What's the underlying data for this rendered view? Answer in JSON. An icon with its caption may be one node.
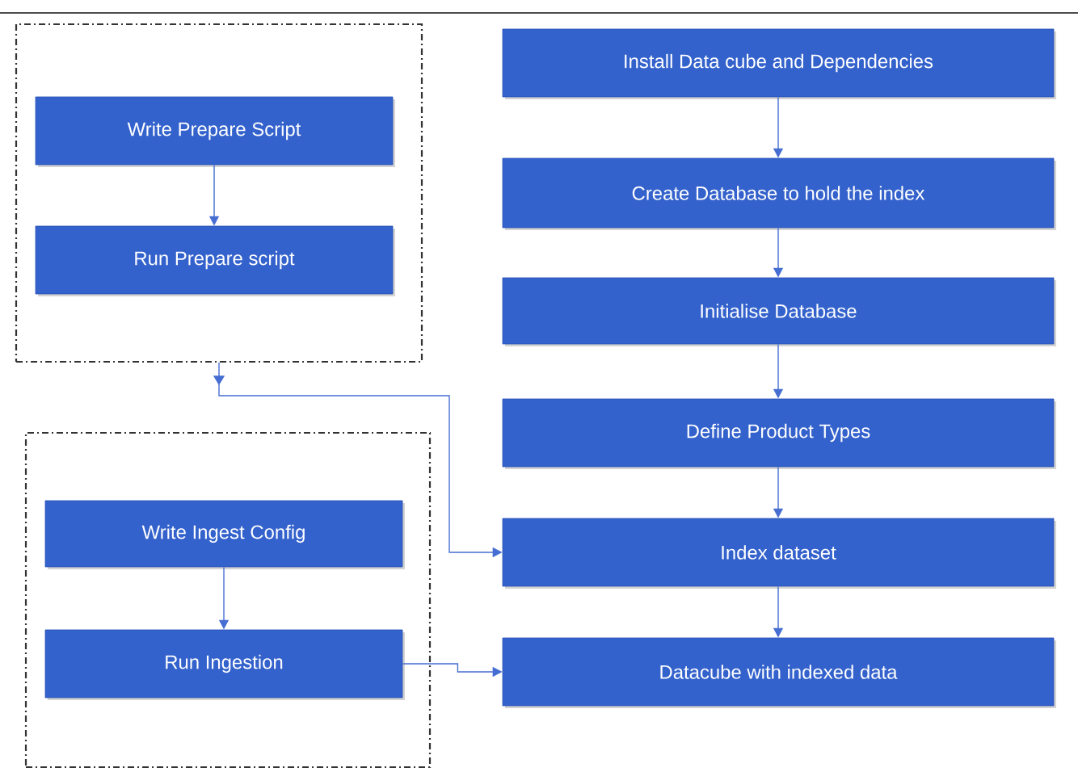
{
  "diagram": {
    "nodes": [
      {
        "text": [],
        "shape": "box"
      },
      {
        "text": [
          "Write Prepare Script"
        ],
        "in": 0
      },
      {
        "text": [
          "Run Prepare script"
        ],
        "in": 0
      },
      {
        "text": [
          "Install Data cube and Dependencies"
        ]
      },
      {
        "text": [
          "Create Database to hold the index"
        ]
      },
      {
        "text": [
          "Initialise Database"
        ]
      },
      {
        "text": [
          "Define Product Types"
        ]
      },
      {
        "text": [
          "Index dataset"
        ]
      },
      {
        "text": [],
        "shape": "box"
      },
      {
        "text": [
          "Write Ingest Config"
        ],
        "in": 8
      },
      {
        "text": [
          "Run Ingestion"
        ],
        "in": 8
      },
      {
        "text": [
          "Datacube with indexed data"
        ]
      }
    ],
    "edges": [
      {
        "from": 1,
        "to": 2,
        "arrow": "to"
      },
      {
        "from": 3,
        "to": 4,
        "arrow": "to"
      },
      {
        "from": 4,
        "to": 5,
        "arrow": "to"
      },
      {
        "from": 5,
        "to": 6,
        "arrow": "to"
      },
      {
        "from": 6,
        "to": 7,
        "arrow": "to"
      },
      {
        "from": 0,
        "to": 7,
        "arrow": "to"
      },
      {
        "from": 9,
        "to": 10,
        "arrow": "to"
      },
      {
        "from": 7,
        "to": 11,
        "arrow": "to"
      },
      {
        "from": 10,
        "to": 11,
        "arrow": "to"
      }
    ]
  }
}
